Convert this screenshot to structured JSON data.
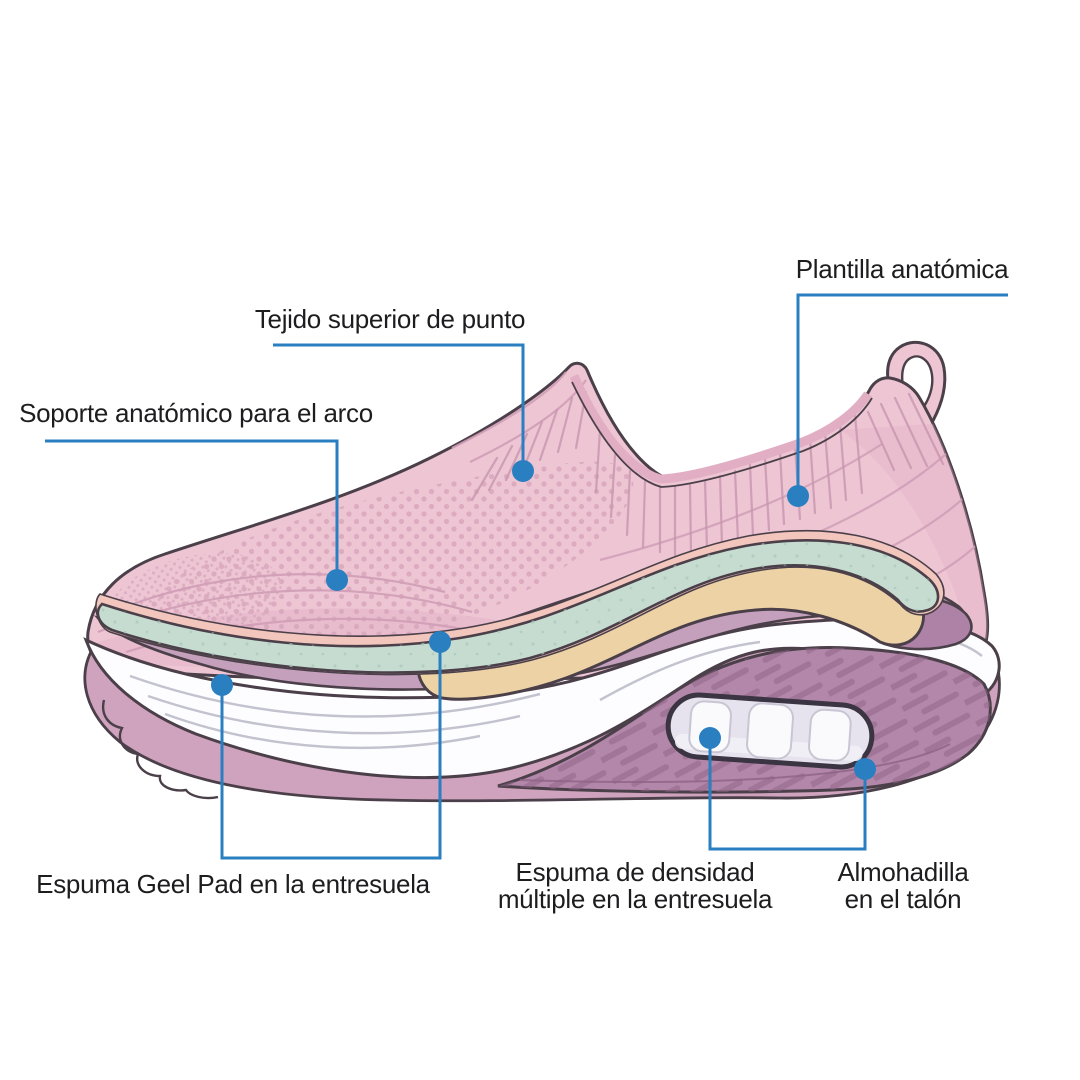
{
  "figure": {
    "background": "#ffffff",
    "accent_color": "#2a7fc1",
    "text_color": "#1d1d1f"
  },
  "labels": {
    "plantilla": {
      "text": "Plantilla anatómica"
    },
    "tejido": {
      "text": "Tejido superior de punto"
    },
    "soporte": {
      "text": "Soporte anatómico para el arco"
    },
    "gel_pad": {
      "text": "Espuma Geel Pad en la entresuela"
    },
    "densidad": {
      "line1": "Espuma de densidad",
      "line2": "múltiple en la entresuela"
    },
    "talon": {
      "line1": "Almohadilla",
      "line2": "en el talón"
    }
  },
  "shoe": {
    "parts": [
      "knit-upper",
      "heel-pull-tab",
      "anatomic-insole",
      "arch-support-layer",
      "gel-pad-midsole",
      "multi-density-foam-midsole",
      "white-midsole",
      "heel-air-cushion",
      "outsole"
    ],
    "colors": {
      "upper_pink": "#edc5d3",
      "mint_layer": "#c7dcd1",
      "tan_layer": "#edd2a5",
      "salmon_layer": "#f2c5bd",
      "plum_layer": "#c4a0bc",
      "white_midsole": "#fdfdff",
      "outsole_mauve": "#b287a9",
      "outsole_rim": "#cfa2bd",
      "outline": "#4b4049",
      "air_window": "#e6e2ee"
    }
  }
}
